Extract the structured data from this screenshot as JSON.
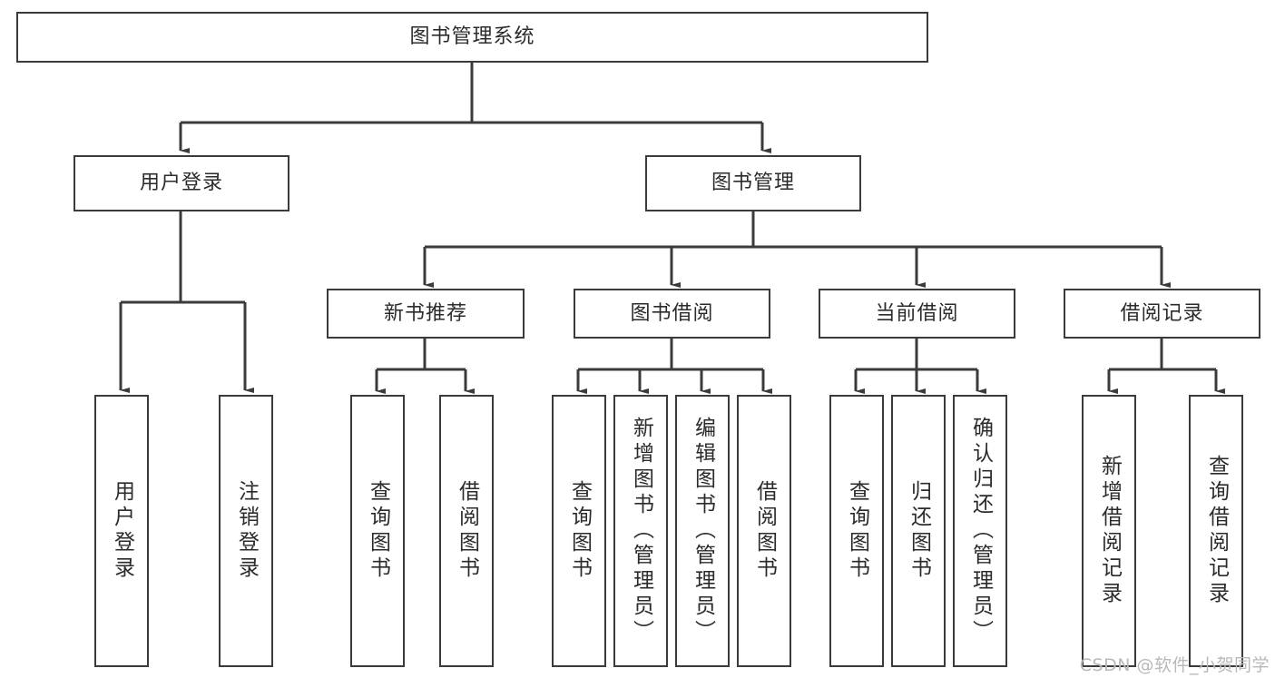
{
  "diagram": {
    "title_box": {
      "label": "图书管理系统"
    },
    "level2": [
      {
        "id": "user-login",
        "label": "用户登录"
      },
      {
        "id": "book-management",
        "label": "图书管理"
      }
    ],
    "level3": [
      {
        "id": "new-book-recommend",
        "label": "新书推荐"
      },
      {
        "id": "book-borrow",
        "label": "图书借阅"
      },
      {
        "id": "current-borrow",
        "label": "当前借阅"
      },
      {
        "id": "borrow-record",
        "label": "借阅记录"
      }
    ],
    "leaves": [
      {
        "id": "leaf-user-login",
        "label": "用户登录"
      },
      {
        "id": "leaf-user-logout",
        "label": "注销登录"
      },
      {
        "id": "leaf-query-book-1",
        "label": "查询图书"
      },
      {
        "id": "leaf-borrow-book-1",
        "label": "借阅图书"
      },
      {
        "id": "leaf-query-book-2",
        "label": "查询图书"
      },
      {
        "id": "leaf-add-book",
        "label": "新增图书（管理员）"
      },
      {
        "id": "leaf-edit-book",
        "label": "编辑图书（管理员）"
      },
      {
        "id": "leaf-borrow-book-2",
        "label": "借阅图书"
      },
      {
        "id": "leaf-query-book-3",
        "label": "查询图书"
      },
      {
        "id": "leaf-return-book",
        "label": "归还图书"
      },
      {
        "id": "leaf-confirm-return",
        "label": "确认归还（管理员）"
      },
      {
        "id": "leaf-add-record",
        "label": "新增借阅记录"
      },
      {
        "id": "leaf-query-record",
        "label": "查询借阅记录"
      }
    ]
  },
  "watermark": {
    "text": "CSDN @软件_小贺同学"
  },
  "colors": {
    "stroke": "#3b3b3b",
    "fill": "#ffffff",
    "text": "#2b2b2b",
    "watermark": "#b9b9b9"
  }
}
